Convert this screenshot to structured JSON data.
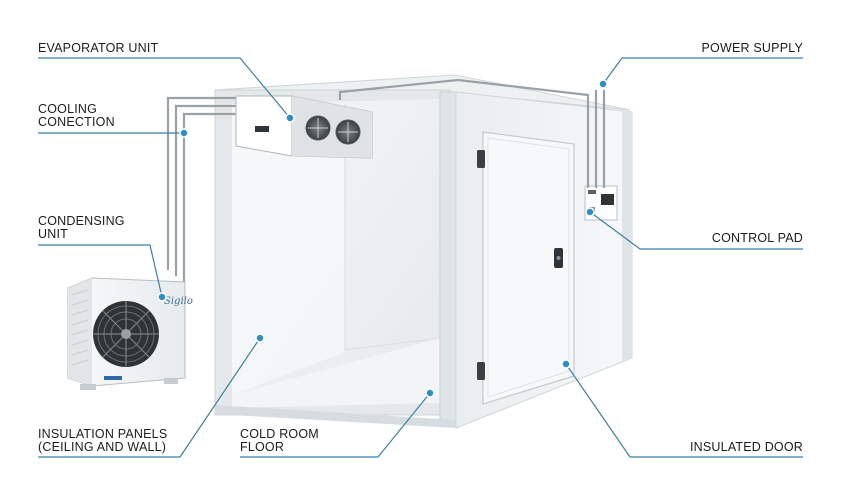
{
  "labels": {
    "evaporator_unit": "EVAPORATOR UNIT",
    "cooling_connection": [
      "COOLING",
      "CONECTION"
    ],
    "condensing_unit": [
      "CONDENSING",
      "UNIT"
    ],
    "insulation_panels": [
      "INSULATION PANELS",
      "(CEILING AND WALL)"
    ],
    "cold_room_floor": [
      "COLD ROOM",
      "FLOOR"
    ],
    "power_supply": "POWER SUPPLY",
    "control_pad": "CONTROL PAD",
    "insulated_door": "INSULATED DOOR"
  },
  "condenser_brand": "Sigilo",
  "colors": {
    "leader_line": "#3b7fa6",
    "dot": "#2e8fc4",
    "pipe": "#9aa2a8",
    "wall": "#eef1f2",
    "frame": "#dde2e5"
  }
}
